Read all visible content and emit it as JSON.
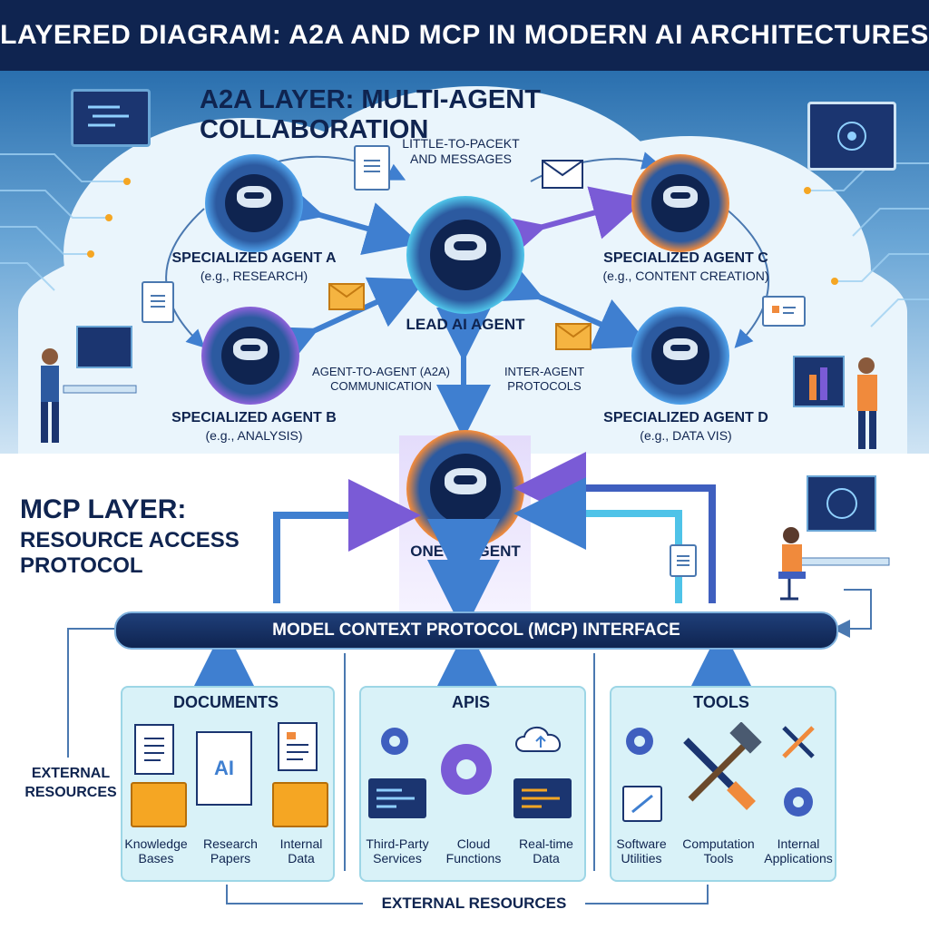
{
  "title": "LAYERED DIAGRAM: A2A AND MCP IN MODERN AI ARCHITECTURES",
  "a2a_layer": {
    "heading": "A2A LAYER: MULTI-AGENT COLLABORATION",
    "message_label": "LITTLE-TO-PACEKT AND MESSAGES",
    "agents": {
      "lead": "LEAD AI AGENT",
      "a_name": "SPECIALIZED AGENT A",
      "a_example": "(e.g., RESEARCH)",
      "b_name": "SPECIALIZED AGENT B",
      "b_example": "(e.g., ANALYSIS)",
      "c_name": "SPECIALIZED AGENT C",
      "c_example": "(e.g., CONTENT CREATION)",
      "d_name": "SPECIALIZED AGENT D",
      "d_example": "(e.g., DATA VIS)"
    },
    "comm_label": "AGENT-TO-AGENT (A2A) COMMUNICATION",
    "protocol_label": "INTER-AGENT PROTOCOLS"
  },
  "mcp_layer": {
    "heading": "MCP LAYER:",
    "subheading": "RESOURCE ACCESS PROTOCOL",
    "agent": "ONE AI AGENT",
    "interface": "MODEL CONTEXT PROTOCOL (MCP) INTERFACE",
    "external_left": "EXTERNAL RESOURCES",
    "external_bottom": "EXTERNAL RESOURCES"
  },
  "resources": {
    "documents": {
      "title": "DOCUMENTS",
      "badge": "AI",
      "items": [
        "Knowledge Bases",
        "Research Papers",
        "Internal Data"
      ]
    },
    "apis": {
      "title": "APIS",
      "items": [
        "Third-Party Services",
        "Cloud Functions",
        "Real-time Data"
      ]
    },
    "tools": {
      "title": "TOOLS",
      "items": [
        "Software Utilities",
        "Computation Tools",
        "Internal Applications"
      ]
    }
  },
  "colors": {
    "navy": "#0f2450",
    "arrow_blue": "#3f7fd0",
    "arrow_purple": "#7a5bd6",
    "agent_orange": "#f08a3c",
    "agent_purple": "#8a62d8",
    "panel_fill": "#d9f2f8"
  }
}
